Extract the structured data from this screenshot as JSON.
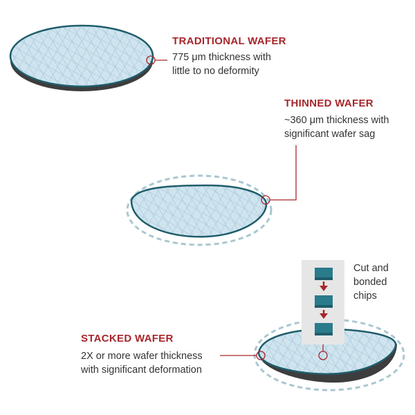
{
  "colors": {
    "accent": "#a7262b",
    "wafer_fill": "#cfe4ef",
    "wafer_rim": "#1f5d6b",
    "wafer_side": "#3d3d3d",
    "chip": "#2a7b8c",
    "dashed_outline": "#a9c7d1",
    "text": "#333333"
  },
  "traditional": {
    "title": "TRADITIONAL WAFER",
    "line1": "775 μm thickness with",
    "line2": "little to no deformity"
  },
  "thinned": {
    "title": "THINNED WAFER",
    "line1": "~360 μm thickness with",
    "line2": "significant wafer sag"
  },
  "stacked": {
    "title": "STACKED WAFER",
    "line1": "2X or more wafer thickness",
    "line2": "with significant deformation"
  },
  "chips": {
    "line1": "Cut and",
    "line2": "bonded",
    "line3": "chips"
  }
}
